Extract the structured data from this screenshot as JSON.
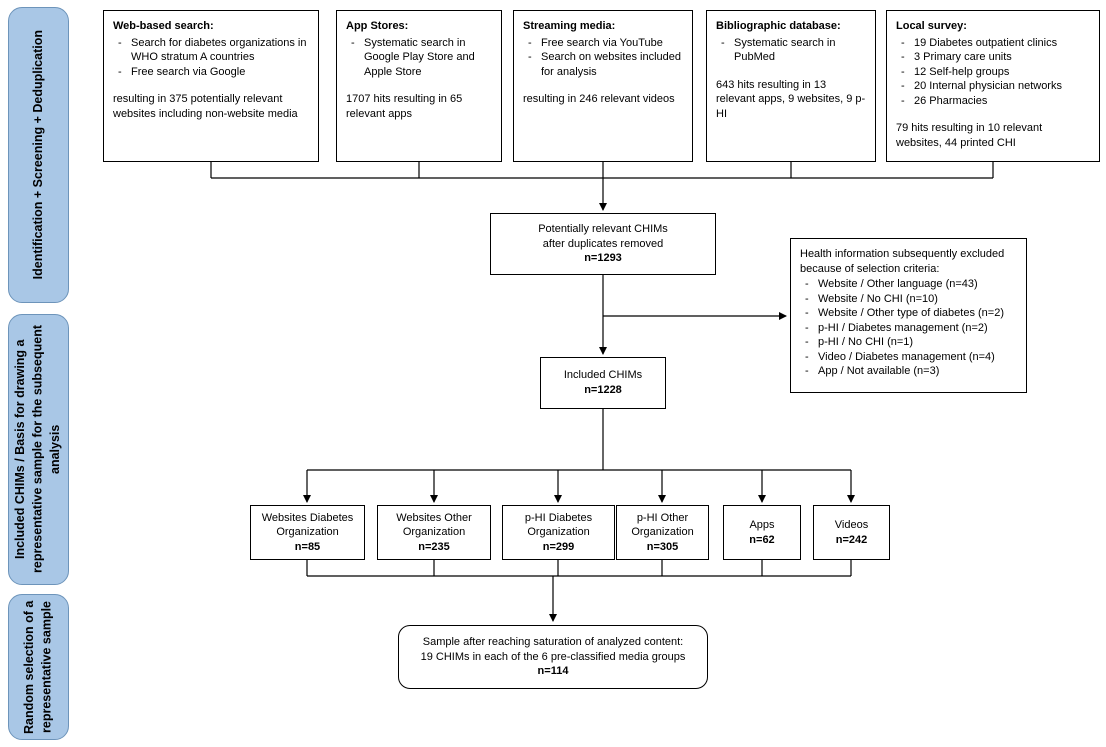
{
  "ui": {
    "dash": "-"
  },
  "colors": {
    "stage-fill": "#a9c7e6",
    "stage-border": "#6d94ba",
    "box-border": "#000000",
    "line": "#000000"
  },
  "stages": [
    {
      "label": "Identification + Screening + Deduplication"
    },
    {
      "label": "Included CHIMs / Basis for drawing a representative sample for the subsequent analysis"
    },
    {
      "label": "Random selection of a representative sample"
    }
  ],
  "sources": [
    {
      "title": "Web-based search:",
      "bullets": [
        "Search for diabetes organizations in WHO stratum A countries",
        "Free search via Google"
      ],
      "result": "resulting in 375 potentially relevant websites including non-website media"
    },
    {
      "title": "App Stores:",
      "bullets": [
        "Systematic search in Google Play Store and Apple Store"
      ],
      "result": "1707 hits resulting in 65 relevant apps"
    },
    {
      "title": "Streaming media:",
      "bullets": [
        "Free search via YouTube",
        "Search on websites included for analysis"
      ],
      "result": "resulting in 246 relevant videos"
    },
    {
      "title": "Bibliographic database:",
      "bullets": [
        "Systematic search in PubMed"
      ],
      "result": "643 hits resulting in 13 relevant apps, 9 websites, 9 p-HI"
    },
    {
      "title": "Local survey:",
      "bullets": [
        "19 Diabetes outpatient clinics",
        "3 Primary care units",
        "12 Self-help groups",
        "20 Internal physician networks",
        "26 Pharmacies"
      ],
      "result": "79 hits resulting in 10 relevant websites, 44 printed CHI"
    }
  ],
  "dedup": {
    "line1": "Potentially relevant CHIMs",
    "line2": "after duplicates removed",
    "count": "n=1293"
  },
  "exclusion": {
    "title": "Health information subsequently excluded because of selection criteria:",
    "items": [
      "Website / Other language (n=43)",
      "Website / No CHI (n=10)",
      "Website / Other type of diabetes (n=2)",
      "p-HI / Diabetes management (n=2)",
      "p-HI / No CHI (n=1)",
      "Video / Diabetes management (n=4)",
      "App / Not available (n=3)"
    ]
  },
  "included": {
    "label": "Included CHIMs",
    "count": "n=1228"
  },
  "media_groups": [
    {
      "label": "Websites Diabetes Organization",
      "count": "n=85"
    },
    {
      "label": "Websites Other Organization",
      "count": "n=235"
    },
    {
      "label": "p-HI Diabetes Organization",
      "count": "n=299"
    },
    {
      "label": "p-HI Other Organization",
      "count": "n=305"
    },
    {
      "label": "Apps",
      "count": "n=62"
    },
    {
      "label": "Videos",
      "count": "n=242"
    }
  ],
  "final_sample": {
    "line1": "Sample after reaching saturation of analyzed content:",
    "line2": "19 CHIMs in each of the 6 pre-classified media groups",
    "count": "n=114"
  }
}
